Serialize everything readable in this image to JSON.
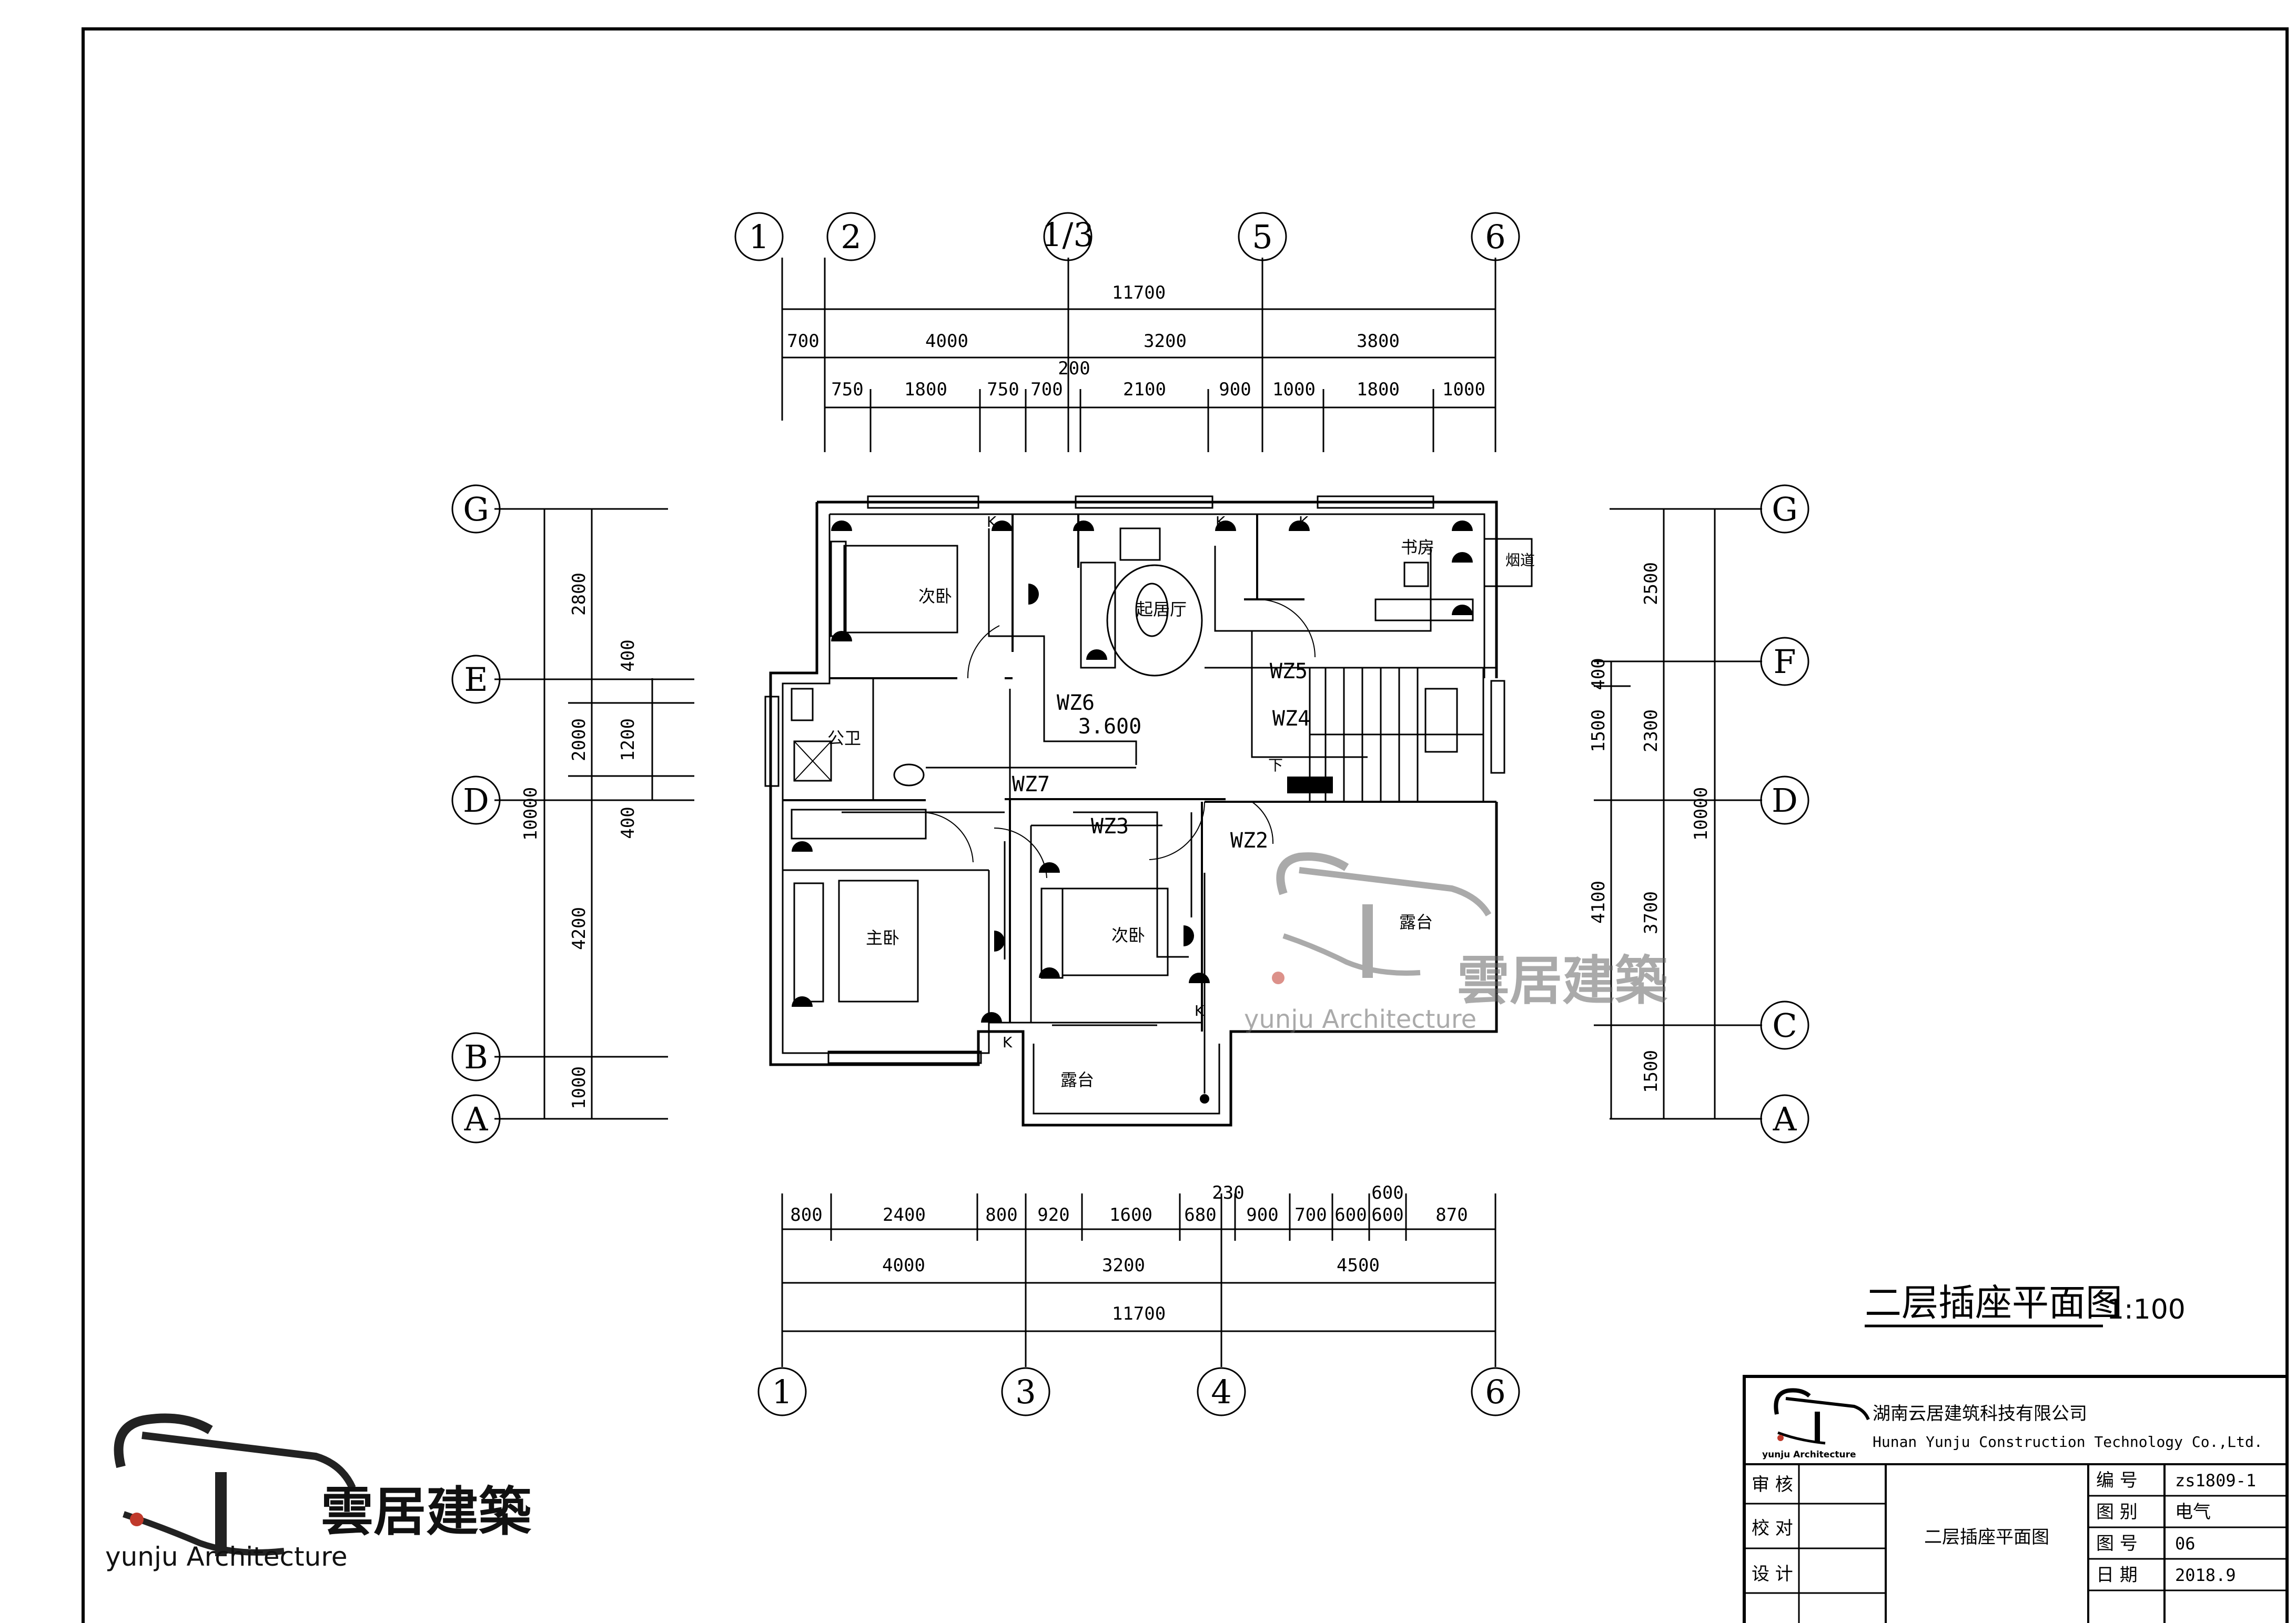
{
  "drawing": {
    "title": "二层插座平面图",
    "scale": "1:100"
  },
  "axes": {
    "top": [
      "1",
      "2",
      "1/3",
      "5",
      "6"
    ],
    "bottom": [
      "1",
      "3",
      "4",
      "6"
    ],
    "left": [
      "G",
      "E",
      "D",
      "B",
      "A"
    ],
    "right": [
      "G",
      "F",
      "D",
      "C",
      "A"
    ]
  },
  "dims": {
    "top_total": "11700",
    "top_row1": [
      "700",
      "4000",
      "3200",
      "3800"
    ],
    "top_mid": "200",
    "top_row2": [
      "750",
      "1800",
      "750",
      "700",
      "2100",
      "900",
      "1000",
      "1800",
      "1000"
    ],
    "bottom_row1": [
      "800",
      "2400",
      "800",
      "920",
      "1600",
      "680",
      "900",
      "700",
      "600",
      "600",
      "870"
    ],
    "bottom_extra": [
      "230",
      "600"
    ],
    "bottom_row2": [
      "4000",
      "3200",
      "4500"
    ],
    "bottom_total": "11700",
    "left_outer": [
      "2800",
      "2000",
      "4200",
      "1000"
    ],
    "left_total": "10000",
    "left_inner": [
      "400",
      "1200",
      "400"
    ],
    "right_outer": [
      "2500",
      "2300",
      "3700",
      "1500"
    ],
    "right_total": "10000",
    "right_inner": [
      "400",
      "1500",
      "4100"
    ]
  },
  "rooms": {
    "bedroom_nw": "次卧",
    "living": "起居厅",
    "study": "书房",
    "chimney": "烟道",
    "bath": "公卫",
    "master": "主卧",
    "bedroom_mid": "次卧",
    "terrace_e": "露台",
    "terrace_s": "露台",
    "socket_k": "K",
    "stair_down": "下",
    "level": "3.600"
  },
  "circuits": [
    "WZ5",
    "WZ4",
    "WZ6",
    "WZ7",
    "WZ3",
    "WZ2"
  ],
  "watermark": {
    "cn": "雲居建築",
    "en": "yunju Architecture"
  },
  "titleblock": {
    "company_cn": "湖南云居建筑科技有限公司",
    "company_en": "Hunan Yunju Construction Technology Co.,Ltd.",
    "logo_text": "yunju Architecture",
    "roles": [
      "审 核",
      "校 对",
      "设 计"
    ],
    "drawing_name": "二层插座平面图",
    "fields": [
      {
        "label": "编 号",
        "value": "zs1809-1"
      },
      {
        "label": "图 别",
        "value": "电气"
      },
      {
        "label": "图 号",
        "value": "06"
      },
      {
        "label": "日 期",
        "value": "2018.9"
      }
    ]
  }
}
